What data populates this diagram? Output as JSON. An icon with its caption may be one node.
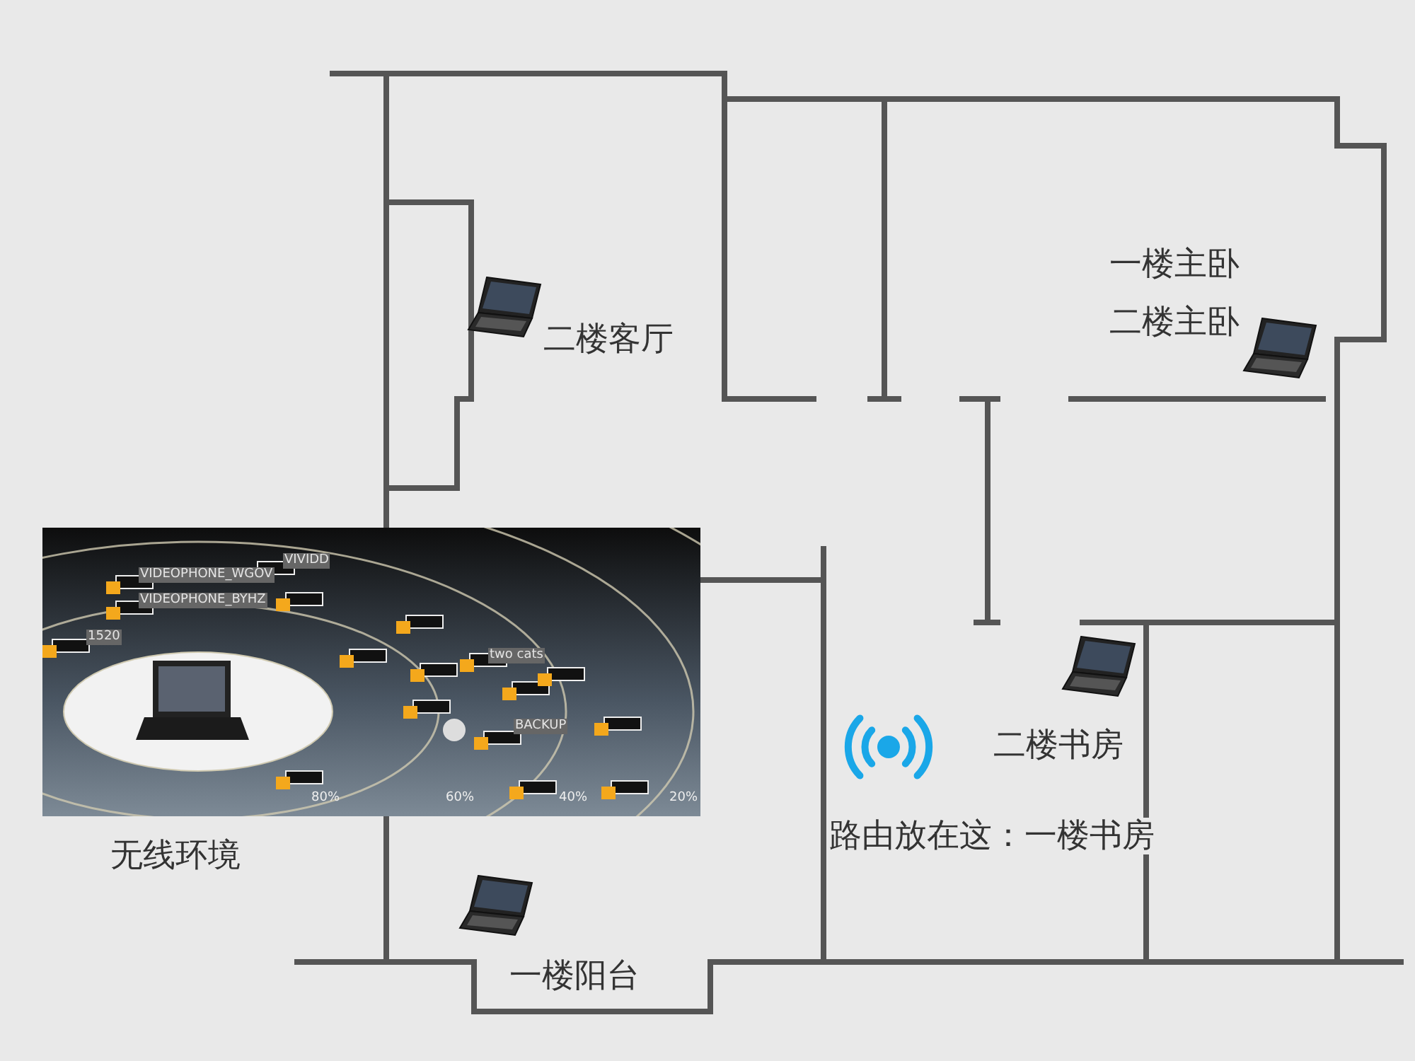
{
  "diagram": {
    "nodes": [
      {
        "text": [
          "无线环境"
        ]
      }
    ],
    "labels": [
      "一楼主卧",
      "二楼主卧",
      "二楼客厅",
      "VIVIDD",
      "VIDEOPHONE_WGOV",
      "VIDEOPHONE_BYHZ",
      "1520",
      "two cats",
      "BACKUP",
      "80%",
      "60%",
      "40%",
      "20%",
      "二楼书房",
      "路由放在这：一楼书房",
      "一楼阳台"
    ]
  }
}
